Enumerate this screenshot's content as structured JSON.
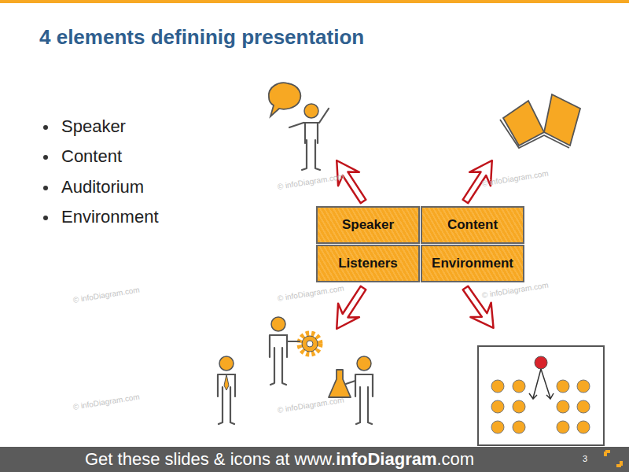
{
  "diagram": {
    "title": "4 elements defininig presentation",
    "nodes": [
      {
        "text": [
          "Speaker"
        ]
      },
      {
        "text": [
          "Content"
        ]
      },
      {
        "text": [
          "Listeners"
        ]
      },
      {
        "text": [
          "Environment"
        ]
      }
    ],
    "labels": [
      "Speaker",
      "Content",
      "Auditorium",
      "Environment",
      "© infoDiagram.com",
      "© infoDiagram.com",
      "© infoDiagram.com",
      "© infoDiagram.com",
      "© infoDiagram.com",
      "© infoDiagram.com",
      "© infoDiagram.com",
      "Get these slides & icons at www.",
      "infoDiagram",
      ".com",
      "3"
    ]
  }
}
